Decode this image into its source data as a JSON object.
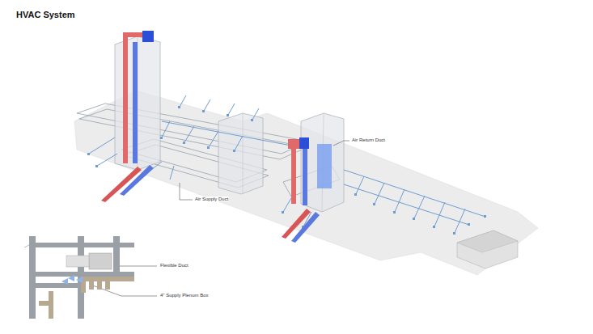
{
  "diagram": {
    "title": "HVAC System",
    "labels": [
      "Air Return Duct",
      "Air Supply Duct",
      "Flexible Duct",
      "4\" Supply Plenum Box"
    ]
  }
}
